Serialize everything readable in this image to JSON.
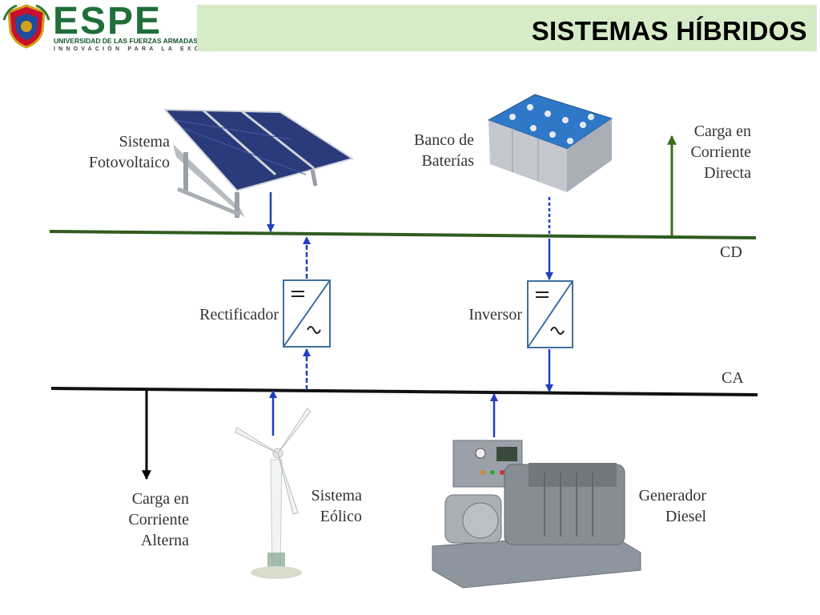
{
  "header": {
    "title": "SISTEMAS HÍBRIDOS",
    "logo": {
      "wordmark": "ESPE",
      "line1": "UNIVERSIDAD DE LAS FUERZAS ARMADAS",
      "line2": "INNOVACIÓN PARA LA EXCELENCIA"
    }
  },
  "buses": {
    "dc": "CD",
    "ac": "CA"
  },
  "components": {
    "pv": [
      "Sistema",
      "Fotovoltaico"
    ],
    "battery": [
      "Banco de",
      "Baterías"
    ],
    "dc_load": [
      "Carga en",
      "Corriente",
      "Directa"
    ],
    "rectifier": "Rectificador",
    "inverter": "Inversor",
    "ac_load": [
      "Carga en",
      "Corriente",
      "Alterna"
    ],
    "wind": [
      "Sistema",
      "Eólico"
    ],
    "diesel": [
      "Generador",
      "Diesel"
    ]
  },
  "colors": {
    "bus_line": "#2f5d1f",
    "arrow_blue": "#1f3fbf",
    "title_bg": "#d6ebc7",
    "converter_border": "#3f6f9f"
  }
}
